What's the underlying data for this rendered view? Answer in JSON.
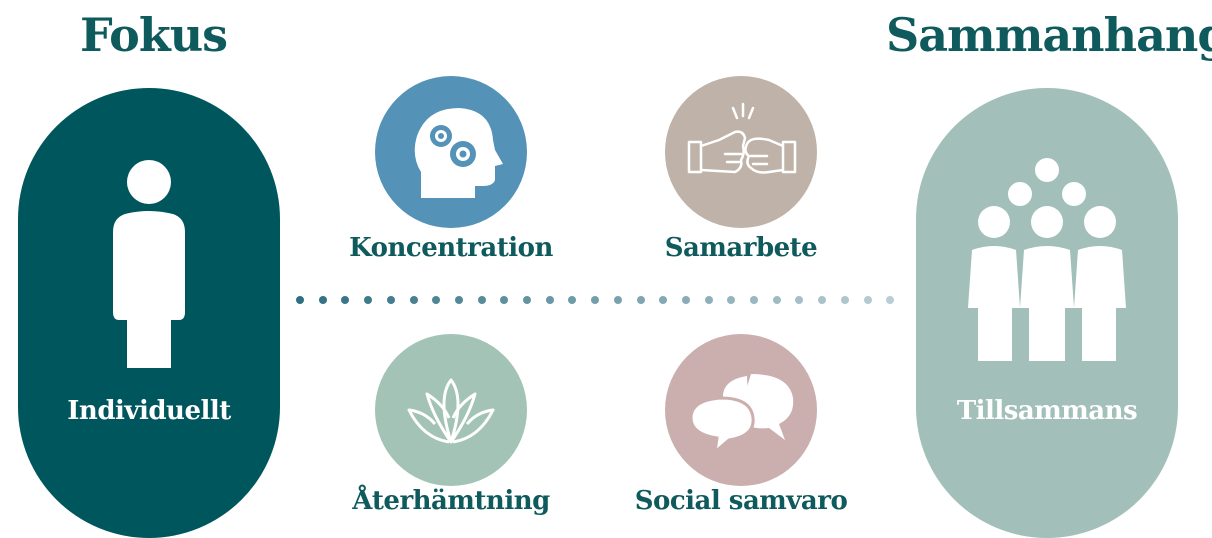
{
  "headings": {
    "left": "Fokus",
    "right": "Sammanhang"
  },
  "pills": {
    "left": {
      "label": "Individuellt",
      "color": "#00565d"
    },
    "right": {
      "label": "Tillsammans",
      "color": "#a2c0b9"
    }
  },
  "items": [
    {
      "label": "Koncentration",
      "icon": "head-gears-icon",
      "color": "#5592b8"
    },
    {
      "label": "Samarbete",
      "icon": "fist-bump-icon",
      "color": "#bfb2a8"
    },
    {
      "label": "Återhämtning",
      "icon": "lotus-icon",
      "color": "#a3c3b7"
    },
    {
      "label": "Social samvaro",
      "icon": "chat-bubbles-icon",
      "color": "#cbaeae"
    }
  ],
  "divider": {
    "style": "dotted-gradient",
    "start_color": "#2f6f82",
    "end_color": "#b9cdd4"
  }
}
